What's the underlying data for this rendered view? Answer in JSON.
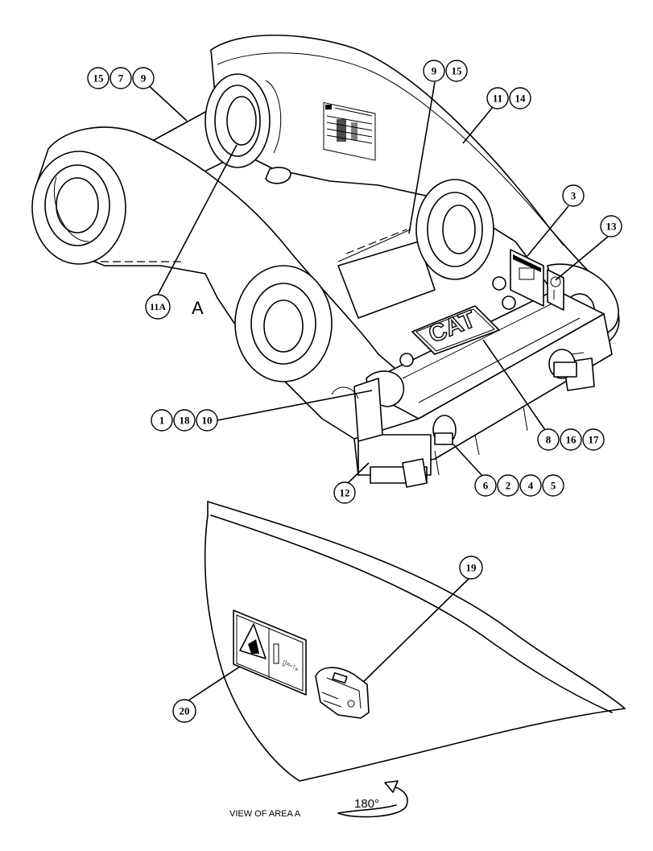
{
  "callouts": {
    "c15a": "15",
    "c7": "7",
    "c9a": "9",
    "c9b": "9",
    "c15b": "15",
    "c11": "11",
    "c14": "14",
    "c3": "3",
    "c13": "13",
    "c11A": "11A",
    "c1": "1",
    "c18": "18",
    "c10": "10",
    "c8": "8",
    "c16": "16",
    "c17": "17",
    "c6": "6",
    "c2": "2",
    "c4": "4",
    "c5": "5",
    "c12": "12",
    "c19": "19",
    "c20": "20"
  },
  "labels": {
    "area_letter": "A",
    "cat_plate": "CAT",
    "view_caption": "VIEW OF AREA A",
    "rotation": "180°"
  },
  "colors": {
    "line": "#000000",
    "background": "#ffffff"
  }
}
